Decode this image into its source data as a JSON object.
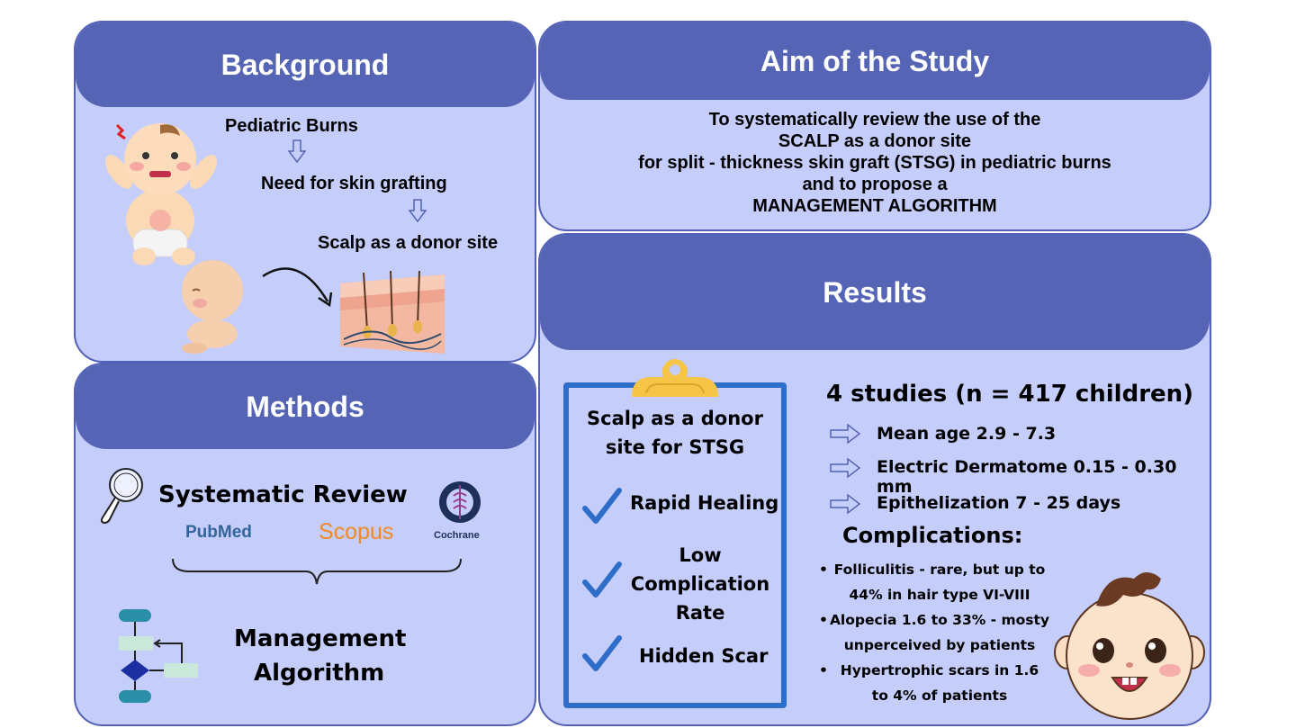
{
  "background": {
    "title": "Background",
    "steps": [
      "Pediatric Burns",
      "Need for skin grafting",
      "Scalp as a donor site"
    ]
  },
  "aim": {
    "title": "Aim of the Study",
    "lines": [
      "To systematically review the use of the",
      "SCALP as a donor site",
      "for split - thickness skin graft (STSG) in pediatric burns",
      "and to propose a",
      "MANAGEMENT ALGORITHM"
    ]
  },
  "methods": {
    "title": "Methods",
    "systematic_review": "Systematic Review",
    "databases": {
      "pubmed": "PubMed",
      "scopus": "Scopus",
      "cochrane": "Cochrane"
    },
    "algorithm_line1": "Management",
    "algorithm_line2": "Algorithm"
  },
  "results": {
    "title": "Results",
    "clipboard": {
      "title_line1": "Scalp as a donor",
      "title_line2": "site for STSG",
      "items": [
        {
          "lines": [
            "Rapid Healing"
          ]
        },
        {
          "lines": [
            "Low",
            "Complication",
            "Rate"
          ]
        },
        {
          "lines": [
            "Hidden Scar"
          ]
        }
      ]
    },
    "studies": "4 studies (n = 417 children)",
    "stats": [
      "Mean age 2.9 - 7.3",
      "Electric Dermatome 0.15 - 0.30 mm",
      "Epithelization 7 - 25 days"
    ],
    "complications_title": "Complications:",
    "complications": [
      [
        "Folliculitis - rare, but up to",
        "44% in hair type VI-VIII"
      ],
      [
        "Alopecia 1.6 to 33% - mosty",
        "unperceived by patients"
      ],
      [
        "Hypertrophic scars in 1.6",
        "to 4% of patients"
      ]
    ]
  },
  "colors": {
    "panel_fill": "#c5cdfb",
    "header_fill": "#5564b5",
    "border": "#5261b5",
    "clipboard_border": "#2e6ec9",
    "check": "#2e6ec9",
    "clip_yellow": "#f6c548",
    "scopus_orange": "#f08a24",
    "pubmed_blue": "#326599"
  },
  "icons": [
    "baby-icon",
    "crawling-baby-icon",
    "skin-layers-icon",
    "magnifier-icon",
    "flowchart-icon",
    "cochrane-logo-icon",
    "clipboard-icon",
    "check-icon",
    "arrow-right-icon",
    "baby-face-icon"
  ]
}
